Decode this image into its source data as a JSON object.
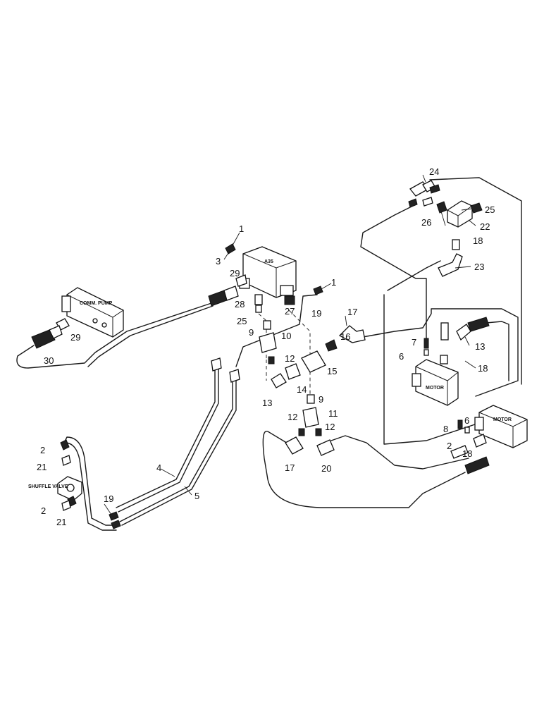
{
  "component_labels": {
    "comm_pump": "COMM. PUMP",
    "valve_a35": "A35",
    "shuttle_valve": "SHUFFLE VALVE",
    "motor_upper": "MOTOR",
    "motor_lower": "MOTOR"
  },
  "callouts": {
    "c1a": "1",
    "c1b": "1",
    "c3": "3",
    "c29a": "29",
    "c28": "28",
    "c27": "27",
    "c25a": "25",
    "c19a": "19",
    "c9a": "9",
    "c10": "10",
    "c17a": "17",
    "c16": "16",
    "c15": "15",
    "c12a": "12",
    "c14": "14",
    "c13a": "13",
    "c9b": "9",
    "c11": "11",
    "c12b": "12",
    "c12c": "12",
    "c17b": "17",
    "c20": "20",
    "c29b": "29",
    "c30": "30",
    "c24": "24",
    "c25b": "25",
    "c26": "26",
    "c22": "22",
    "c18a": "18",
    "c23": "23",
    "c7": "7",
    "c6a": "6",
    "c13b": "13",
    "c18b": "18",
    "c8": "8",
    "c6b": "6",
    "c2a": "2",
    "c18c": "18",
    "c2b": "2",
    "c21a": "21",
    "c2c": "2",
    "c21b": "21",
    "c19b": "19",
    "c4": "4",
    "c5": "5"
  }
}
